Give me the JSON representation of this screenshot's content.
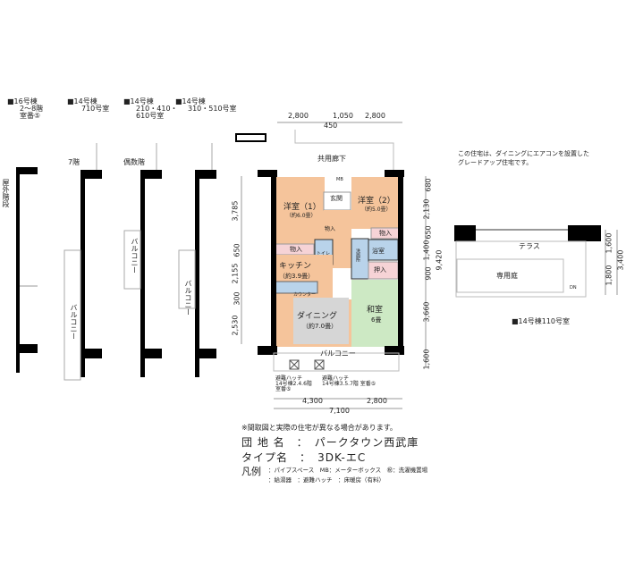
{
  "headers": [
    {
      "line1": "■16号棟",
      "line2": "2〜8階",
      "line3": "室番⑤"
    },
    {
      "line1": "■14号棟",
      "line2": "710号室"
    },
    {
      "line1": "■14号棟",
      "line2": "210・410・",
      "line3": "610号室"
    },
    {
      "line1": "■14号棟",
      "line2": "310・510号室"
    }
  ],
  "partial_labels": {
    "outdoor_stairs": "屋外階段",
    "floor7": "7階",
    "even_floors": "偶数階",
    "balcony": "バルコニー"
  },
  "plan": {
    "corridor": "共用廊下",
    "entrance": "玄関",
    "mb": "MB",
    "western1": "洋室（1）",
    "western1_size": "（約6.0畳）",
    "western2": "洋室（2）",
    "western2_size": "（約5.0畳）",
    "closet": "物入",
    "toilet": "トイレ",
    "kitchen": "キッチン",
    "kitchen_size": "（約3.9畳）",
    "counter": "カウンター",
    "dining": "ダイニング",
    "dining_size": "（約7.0畳）",
    "washroom": "洗面所",
    "bath": "浴室",
    "oshiire": "押入",
    "washitsu": "和室",
    "washitsu_size": "6畳",
    "balcony": "バルコニー",
    "hatch1": "避難ハッチ",
    "hatch1_note1": "14号棟2.4.6階",
    "hatch1_note2": "室番⑤",
    "hatch2": "避難ハッチ",
    "hatch2_note": "14号棟3.5.7階  室番⑤"
  },
  "dimensions": {
    "top": [
      "2,800",
      "1,050",
      "2,800"
    ],
    "top_sub": "450",
    "left": [
      "3,785",
      "650",
      "2,155",
      "300",
      "2,530"
    ],
    "right": [
      "680",
      "2,130",
      "650",
      "1,400",
      "900",
      "3,660",
      "1,600"
    ],
    "right_total": "9,420",
    "bottom": [
      "4,300",
      "2,800"
    ],
    "bottom_total": "7,100"
  },
  "note_upgrade": [
    "この住宅は、ダイニングにエアコンを設置した",
    "グレードアップ住宅です。"
  ],
  "terrace": {
    "terrace": "テラス",
    "garden": "専用庭",
    "dn": "DN",
    "dims": [
      "1,600",
      "1,800"
    ],
    "total": "3,400",
    "caption": "■14号棟110号室"
  },
  "disclaimer": "※間取図と実際の住宅が異なる場合があります。",
  "info": {
    "complex_label": "団 地 名",
    "complex": "パークタウン西武庫",
    "type_label": "タイプ名",
    "type": "3DK-エC",
    "sep": "："
  },
  "legend": {
    "label": "凡例",
    "items": [
      "：パイプスペース",
      "MB：メーターボックス",
      "㊗：洗濯機置場",
      "：給湯器",
      "：避難ハッチ",
      "：床暖房（有料）"
    ]
  },
  "colors": {
    "western": "#f5c49b",
    "wet": "#b9d3ea",
    "closet": "#f6d3d6",
    "washitsu": "#cde9c4",
    "dining": "#d6d6d6",
    "wall": "#000000"
  }
}
